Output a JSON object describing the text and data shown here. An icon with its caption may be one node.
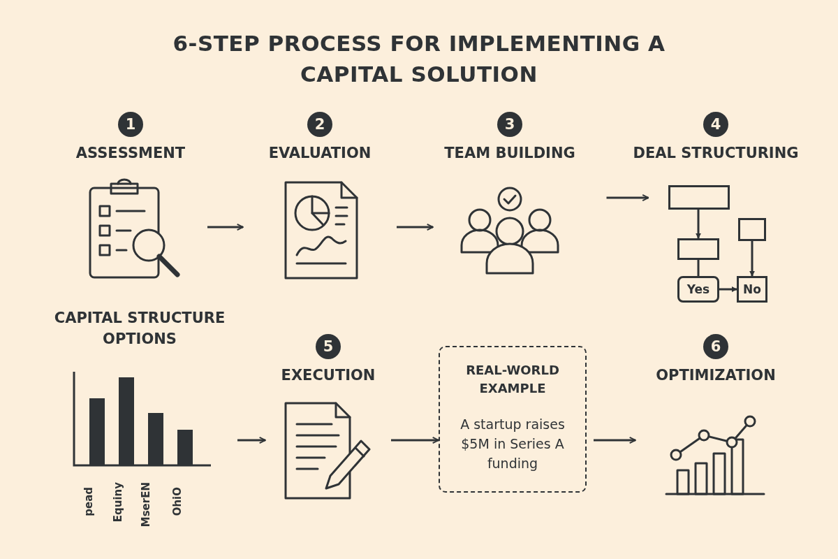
{
  "diagram": {
    "title": "6-STEP PROCESS FOR IMPLEMENTING A CAPITAL SOLUTION",
    "nodes": [
      {
        "text": [
          "1",
          "ASSESSMENT"
        ]
      },
      {
        "text": [
          "2",
          "EVALUATION"
        ]
      },
      {
        "text": [
          "3",
          "TEAM BUILDING"
        ]
      },
      {
        "text": [
          "4",
          "DEAL STRUCTURING"
        ]
      },
      {
        "text": [],
        "shape": "box"
      },
      {
        "text": [],
        "shape": "box"
      },
      {
        "text": [],
        "shape": "box"
      },
      {
        "text": [
          "Yes"
        ]
      },
      {
        "text": [
          "No"
        ]
      },
      {
        "text": [
          "CAPITAL STRUCTURE OPTIONS"
        ]
      },
      {
        "text": [
          "5",
          "EXECUTION"
        ]
      },
      {
        "text": [
          "REAL-WORLD EXAMPLE",
          "A startup raises $5M in Series A funding"
        ]
      },
      {
        "text": [
          "6",
          "OPTIMIZATION"
        ]
      }
    ],
    "edges": [
      {
        "from": 0,
        "to": 1,
        "arrow": "to"
      },
      {
        "from": 1,
        "to": 2,
        "arrow": "to"
      },
      {
        "from": 2,
        "to": 4,
        "arrow": "to"
      },
      {
        "from": 4,
        "to": 5,
        "arrow": "to"
      },
      {
        "from": 5,
        "to": 7,
        "arrow": "none"
      },
      {
        "from": 7,
        "to": 8,
        "arrow": "to"
      },
      {
        "from": 6,
        "to": 8,
        "arrow": "to"
      },
      {
        "from": 9,
        "to": 10,
        "arrow": "to"
      },
      {
        "from": 10,
        "to": 11,
        "arrow": "to"
      },
      {
        "from": 11,
        "to": 12,
        "arrow": "to"
      }
    ],
    "labels": [
      "pead",
      "Equiny",
      "MserEN",
      "OhiO"
    ]
  }
}
